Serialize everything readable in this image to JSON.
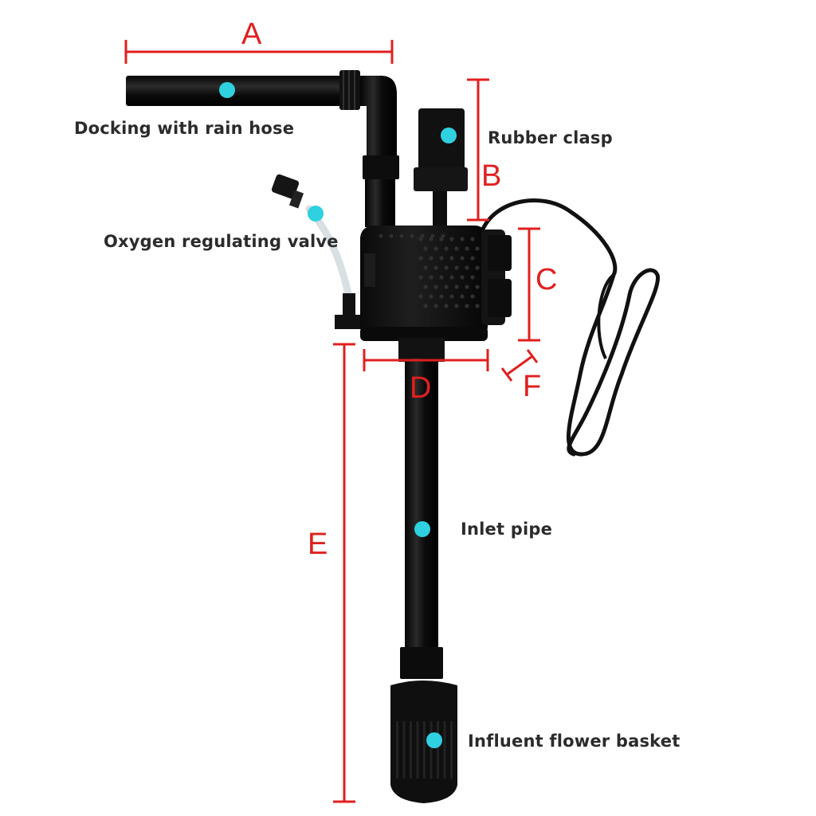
{
  "colors": {
    "dimension": "#e0201f",
    "marker": "#2fd0e0",
    "product": "#121212",
    "label_text": "#2b2b2b",
    "background": "#ffffff"
  },
  "labels": {
    "docking": "Docking with rain hose",
    "clasp": "Rubber clasp",
    "valve": "Oxygen regulating valve",
    "inlet": "Inlet pipe",
    "basket": "Influent flower basket"
  },
  "dimensions": {
    "a": "A",
    "b": "B",
    "c": "C",
    "d": "D",
    "e": "E",
    "f": "F"
  }
}
